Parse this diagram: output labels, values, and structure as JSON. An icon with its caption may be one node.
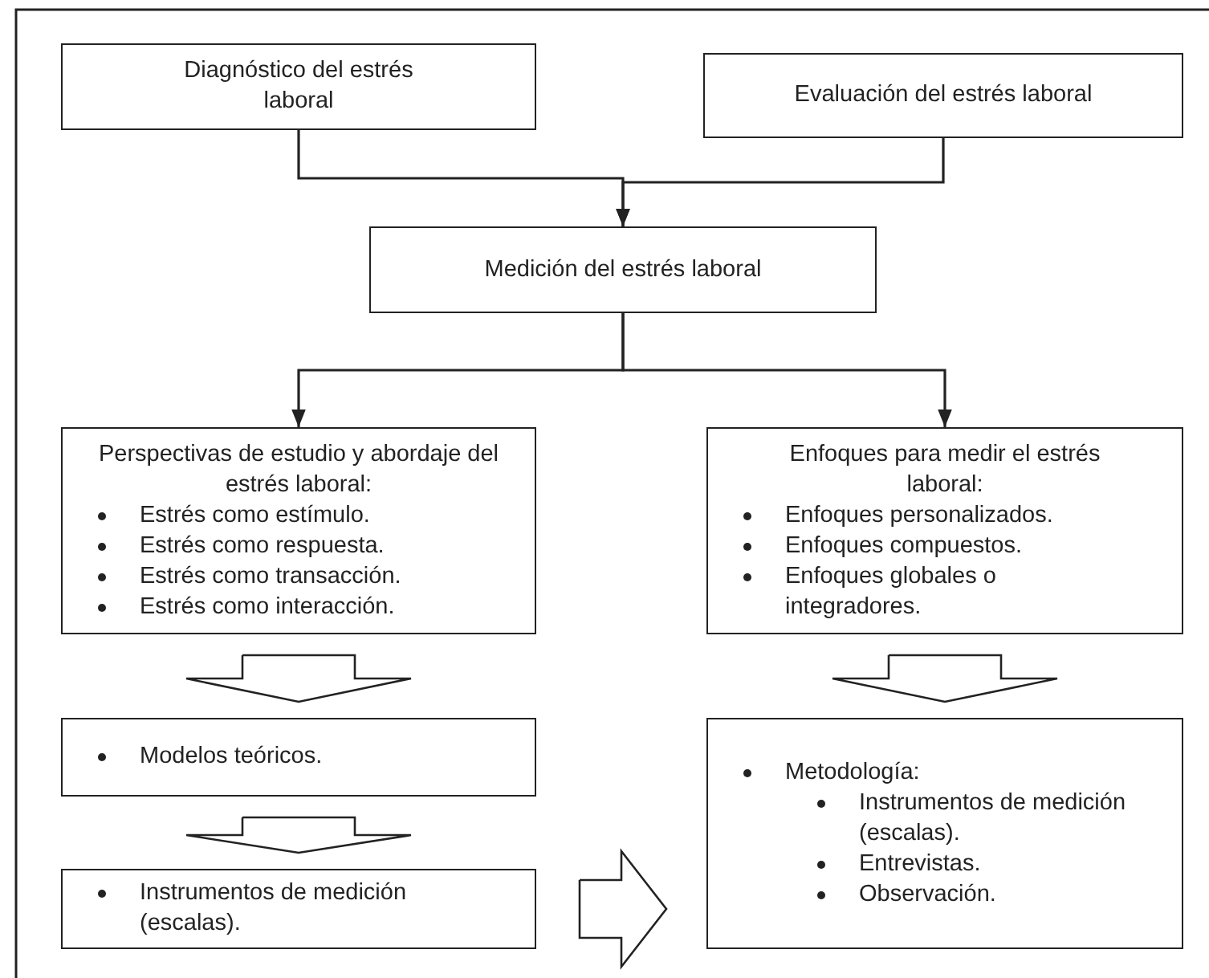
{
  "diagram": {
    "nodes": [
      {
        "text": [
          "Diagnóstico del estrés laboral"
        ]
      },
      {
        "text": [
          "Evaluación del estrés laboral"
        ]
      },
      {
        "text": [
          "Medición del estrés laboral"
        ]
      },
      {
        "text": [
          "Perspectivas de estudio y abordaje del estrés laboral:",
          "Estrés como estímulo.",
          "Estrés como respuesta.",
          "Estrés como transacción.",
          "Estrés como interacción."
        ]
      },
      {
        "text": [
          "Enfoques para medir el estrés laboral:",
          "Enfoques personalizados.",
          "Enfoques compuestos.",
          "Enfoques globales o integradores."
        ]
      },
      {
        "text": [
          "Modelos teóricos."
        ]
      },
      {
        "text": [
          "Instrumentos de medición (escalas)."
        ]
      },
      {
        "text": [
          "Metodología:",
          "Instrumentos de medición (escalas).",
          "Entrevistas.",
          "Observación."
        ]
      }
    ],
    "edges": [
      {
        "from": 0,
        "to": 2,
        "arrow": "to"
      },
      {
        "from": 1,
        "to": 2,
        "arrow": "to"
      },
      {
        "from": 2,
        "to": 3,
        "arrow": "to"
      },
      {
        "from": 2,
        "to": 4,
        "arrow": "to"
      },
      {
        "from": 3,
        "to": 5,
        "arrow": "to",
        "style": "thick"
      },
      {
        "from": 5,
        "to": 6,
        "arrow": "to",
        "style": "thick"
      },
      {
        "from": 4,
        "to": 7,
        "arrow": "to",
        "style": "thick"
      },
      {
        "from": 6,
        "to": 7,
        "arrow": "to",
        "style": "thick"
      }
    ]
  }
}
